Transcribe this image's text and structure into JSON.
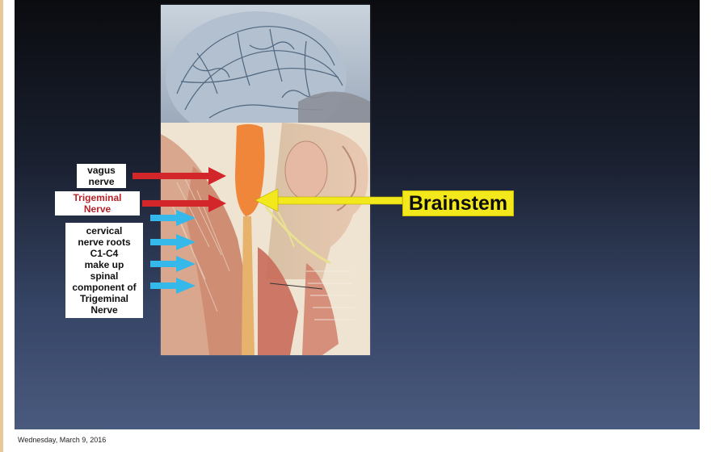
{
  "labels": {
    "vagus": "vagus\nnerve",
    "trigeminal": "Trigeminal\nNerve",
    "cervical": "cervical\nnerve roots\nC1-C4\nmake up\nspinal\ncomponent of\nTrigeminal\nNerve",
    "brainstem": "Brainstem"
  },
  "footer": {
    "date": "Wednesday, March 9, 2016"
  },
  "colors": {
    "vagus_arrow": "#d3262a",
    "trigeminal_arrow": "#d3262a",
    "cervical_arrows": "#35b8ea",
    "brainstem_arrow": "#f2e81c",
    "trigeminal_label": "#b8232a"
  },
  "icons": [
    "anatomy-image",
    "arrow-right",
    "arrow-left"
  ]
}
